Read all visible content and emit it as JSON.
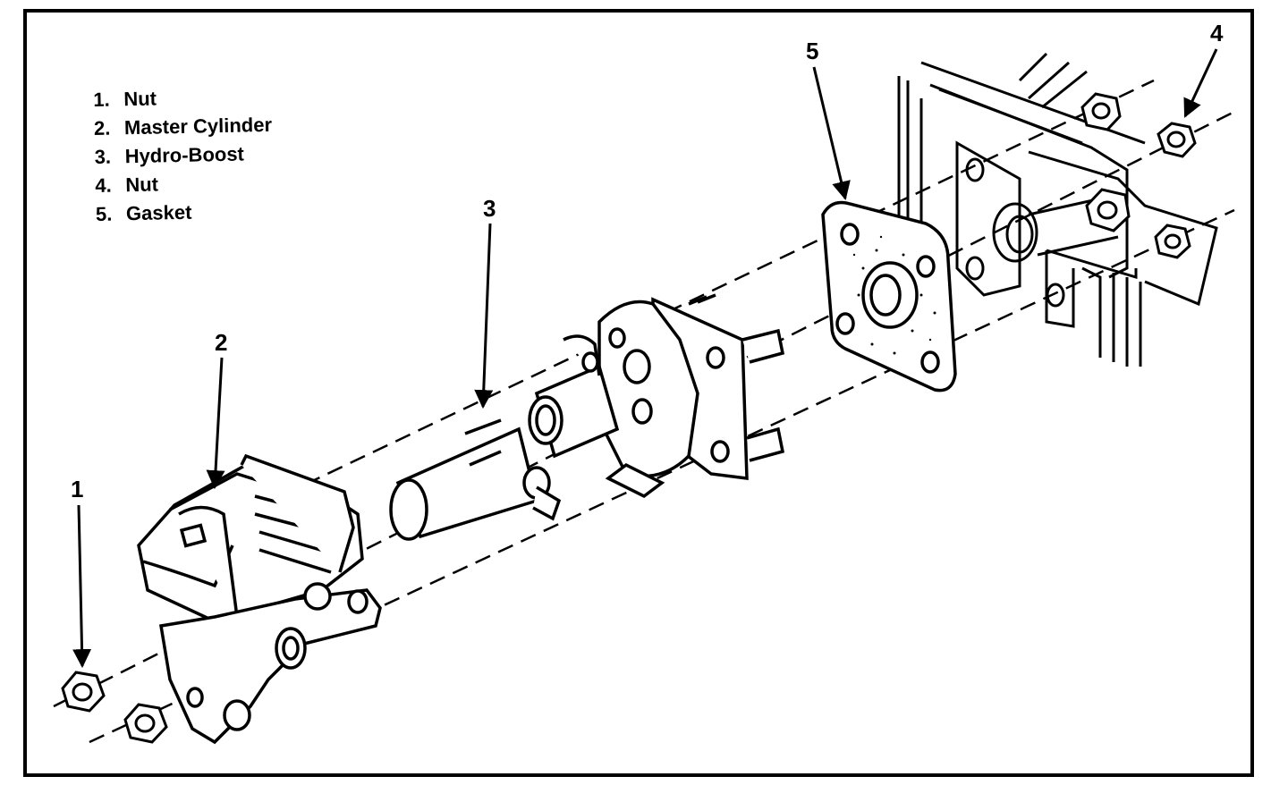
{
  "legend": [
    {
      "number": "1.",
      "label": "Nut"
    },
    {
      "number": "2.",
      "label": "Master Cylinder"
    },
    {
      "number": "3.",
      "label": "Hydro-Boost"
    },
    {
      "number": "4.",
      "label": "Nut"
    },
    {
      "number": "5.",
      "label": "Gasket"
    }
  ],
  "callouts": {
    "c1": "1",
    "c2": "2",
    "c3": "3",
    "c4": "4",
    "c5": "5"
  },
  "colors": {
    "ink": "#000000",
    "paper": "#ffffff"
  }
}
